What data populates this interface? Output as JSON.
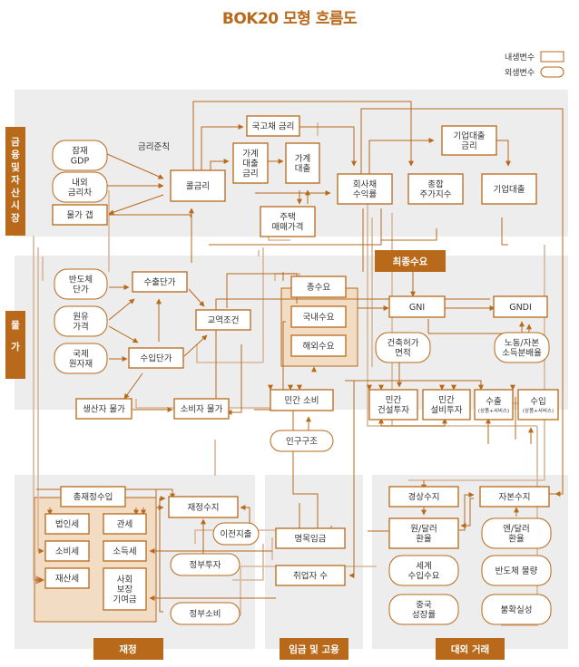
{
  "title": "BOK20 모형 흐름도",
  "legend": {
    "endogenous": "내생변수",
    "exogenous": "외생변수"
  },
  "colors": {
    "accent": "#b8691a",
    "line": "#b8691a",
    "line_light": "#d9b79a",
    "panel_bg": "#ededed",
    "group_fill": "#f3dcc4",
    "node_fill": "#ffffff"
  },
  "sections": {
    "finance": "금융 및 자산시장",
    "prices": "물가",
    "final_demand": "최종수요",
    "fiscal": "재정",
    "wage": "임금 및 고용",
    "external": "대외 거래"
  },
  "annotations": {
    "taylor_rule": "금리준칙"
  },
  "nodes": {
    "potential_gdp": [
      "잠재",
      "GDP"
    ],
    "rate_diff": [
      "내외",
      "금리차"
    ],
    "price_gap": [
      "물가 갭"
    ],
    "call_rate": [
      "콜금리"
    ],
    "gov_bond_rate": [
      "국고채 금리"
    ],
    "hh_loan_rate": [
      "가계",
      "대출",
      "금리"
    ],
    "hh_loan": [
      "가계",
      "대출"
    ],
    "house_price": [
      "주택",
      "매매가격"
    ],
    "corp_bond_yield": [
      "회사채",
      "수익률"
    ],
    "stock_index": [
      "종합",
      "주가지수"
    ],
    "corp_loan_rate": [
      "기업대출",
      "금리"
    ],
    "corp_loan": [
      "기업대출"
    ],
    "semi_price": [
      "반도체",
      "단가"
    ],
    "oil_price": [
      "원유",
      "가격"
    ],
    "raw_material": [
      "국제",
      "원자재"
    ],
    "export_price": [
      "수출단가"
    ],
    "import_price": [
      "수입단가"
    ],
    "terms_of_trade": [
      "교역조건"
    ],
    "ppi": [
      "생산자 물가"
    ],
    "cpi": [
      "소비자 물가"
    ],
    "total_demand": [
      "총수요"
    ],
    "domestic_demand": [
      "국내수요"
    ],
    "foreign_demand": [
      "해외수요"
    ],
    "gni": [
      "GNI"
    ],
    "gndi": [
      "GNDI"
    ],
    "building_permit": [
      "건축허가",
      "면적"
    ],
    "labor_capital_share": [
      "노동/자본",
      "소득분배율"
    ],
    "private_consumption": [
      "민간 소비"
    ],
    "construction_inv": [
      "민간",
      "건설투자"
    ],
    "facility_inv": [
      "민간",
      "설비투자"
    ],
    "exports": [
      "수출"
    ],
    "imports": [
      "수입"
    ],
    "goods_services": "(상품+서비스)",
    "population": [
      "인구구조"
    ],
    "total_revenue": [
      "총재정수입"
    ],
    "corp_tax": [
      "법인세"
    ],
    "customs": [
      "관세"
    ],
    "consumption_tax": [
      "소비세"
    ],
    "income_tax": [
      "소득세"
    ],
    "property_tax": [
      "재산세"
    ],
    "social_security": [
      "사회",
      "보장",
      "기여금"
    ],
    "fiscal_balance": [
      "재정수지"
    ],
    "transfer": [
      "이전지출"
    ],
    "gov_investment": [
      "정부투자"
    ],
    "gov_consumption": [
      "정부소비"
    ],
    "nominal_wage": [
      "명목임금"
    ],
    "employment": [
      "취업자 수"
    ],
    "current_account": [
      "경상수지"
    ],
    "capital_account": [
      "자본수지"
    ],
    "won_dollar": [
      "원/달러",
      "환율"
    ],
    "yen_dollar": [
      "엔/달러",
      "환율"
    ],
    "world_import": [
      "세계",
      "수입수요"
    ],
    "semi_volume": [
      "반도체 물량"
    ],
    "china_growth": [
      "중국",
      "성장률"
    ],
    "uncertainty": [
      "불확실성"
    ]
  }
}
